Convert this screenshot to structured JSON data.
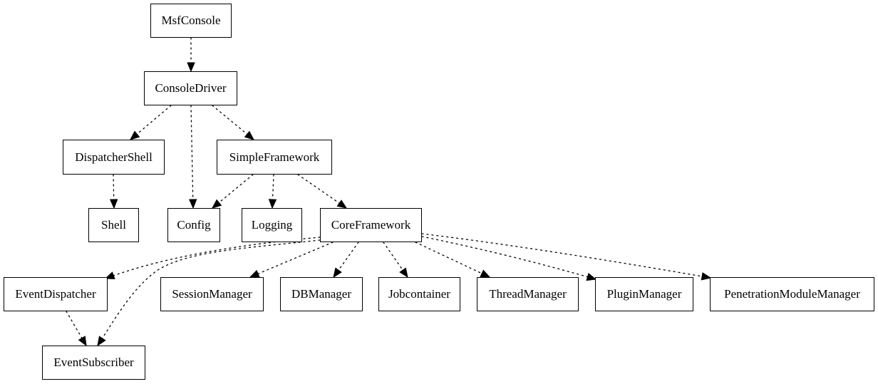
{
  "diagram": {
    "nodes": [
      {
        "id": "msfconsole",
        "label": "MsfConsole"
      },
      {
        "id": "consoledriver",
        "label": "ConsoleDriver"
      },
      {
        "id": "dispatchershell",
        "label": "DispatcherShell"
      },
      {
        "id": "simpleframework",
        "label": "SimpleFramework"
      },
      {
        "id": "shell",
        "label": "Shell"
      },
      {
        "id": "config",
        "label": "Config"
      },
      {
        "id": "logging",
        "label": "Logging"
      },
      {
        "id": "coreframework",
        "label": "CoreFramework"
      },
      {
        "id": "eventdispatcher",
        "label": "EventDispatcher"
      },
      {
        "id": "sessionmanager",
        "label": "SessionManager"
      },
      {
        "id": "dbmanager",
        "label": "DBManager"
      },
      {
        "id": "jobcontainer",
        "label": "Jobcontainer"
      },
      {
        "id": "threadmanager",
        "label": "ThreadManager"
      },
      {
        "id": "pluginmanager",
        "label": "PluginManager"
      },
      {
        "id": "penetrationmodulemanager",
        "label": "PenetrationModuleManager"
      },
      {
        "id": "eventsubscriber",
        "label": "EventSubscriber"
      }
    ],
    "edges": [
      {
        "from": "msfconsole",
        "to": "consoledriver"
      },
      {
        "from": "consoledriver",
        "to": "dispatchershell"
      },
      {
        "from": "consoledriver",
        "to": "config"
      },
      {
        "from": "consoledriver",
        "to": "simpleframework"
      },
      {
        "from": "dispatchershell",
        "to": "shell"
      },
      {
        "from": "simpleframework",
        "to": "config"
      },
      {
        "from": "simpleframework",
        "to": "logging"
      },
      {
        "from": "simpleframework",
        "to": "coreframework"
      },
      {
        "from": "coreframework",
        "to": "eventdispatcher"
      },
      {
        "from": "coreframework",
        "to": "eventsubscriber"
      },
      {
        "from": "coreframework",
        "to": "sessionmanager"
      },
      {
        "from": "coreframework",
        "to": "dbmanager"
      },
      {
        "from": "coreframework",
        "to": "jobcontainer"
      },
      {
        "from": "coreframework",
        "to": "threadmanager"
      },
      {
        "from": "coreframework",
        "to": "pluginmanager"
      },
      {
        "from": "coreframework",
        "to": "penetrationmodulemanager"
      },
      {
        "from": "eventdispatcher",
        "to": "eventsubscriber"
      }
    ]
  }
}
